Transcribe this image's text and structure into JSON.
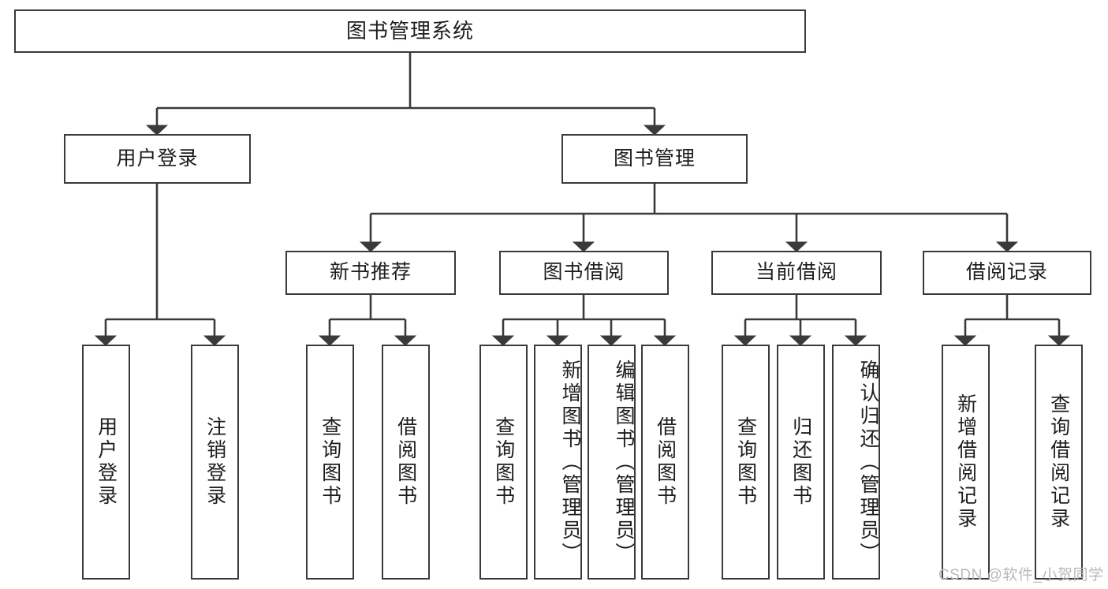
{
  "diagram": {
    "title": "图书管理系统",
    "type": "tree-hierarchy",
    "accent_line_color": "#3a3a3a",
    "box_fill": "#ffffff",
    "text_color": "#1d1d1d",
    "watermark": "CSDN @软件_小贺同学"
  },
  "nodes": {
    "root": {
      "label": "图书管理系统"
    },
    "level2": [
      {
        "label": "用户登录"
      },
      {
        "label": "图书管理"
      }
    ],
    "level3": [
      {
        "label": "新书推荐"
      },
      {
        "label": "图书借阅"
      },
      {
        "label": "当前借阅"
      },
      {
        "label": "借阅记录"
      }
    ],
    "leaves": {
      "user_login": [
        {
          "label": "用户登录"
        },
        {
          "label": "注销登录"
        }
      ],
      "new_book_recommend": [
        {
          "label": "查询图书"
        },
        {
          "label": "借阅图书"
        }
      ],
      "book_borrow": [
        {
          "label": "查询图书"
        },
        {
          "label": "新增图书（管理员）"
        },
        {
          "label": "编辑图书（管理员）"
        },
        {
          "label": "借阅图书"
        }
      ],
      "current_borrow": [
        {
          "label": "查询图书"
        },
        {
          "label": "归还图书"
        },
        {
          "label": "确认归还（管理员）"
        }
      ],
      "borrow_record": [
        {
          "label": "新增借阅记录"
        },
        {
          "label": "查询借阅记录"
        }
      ]
    }
  }
}
